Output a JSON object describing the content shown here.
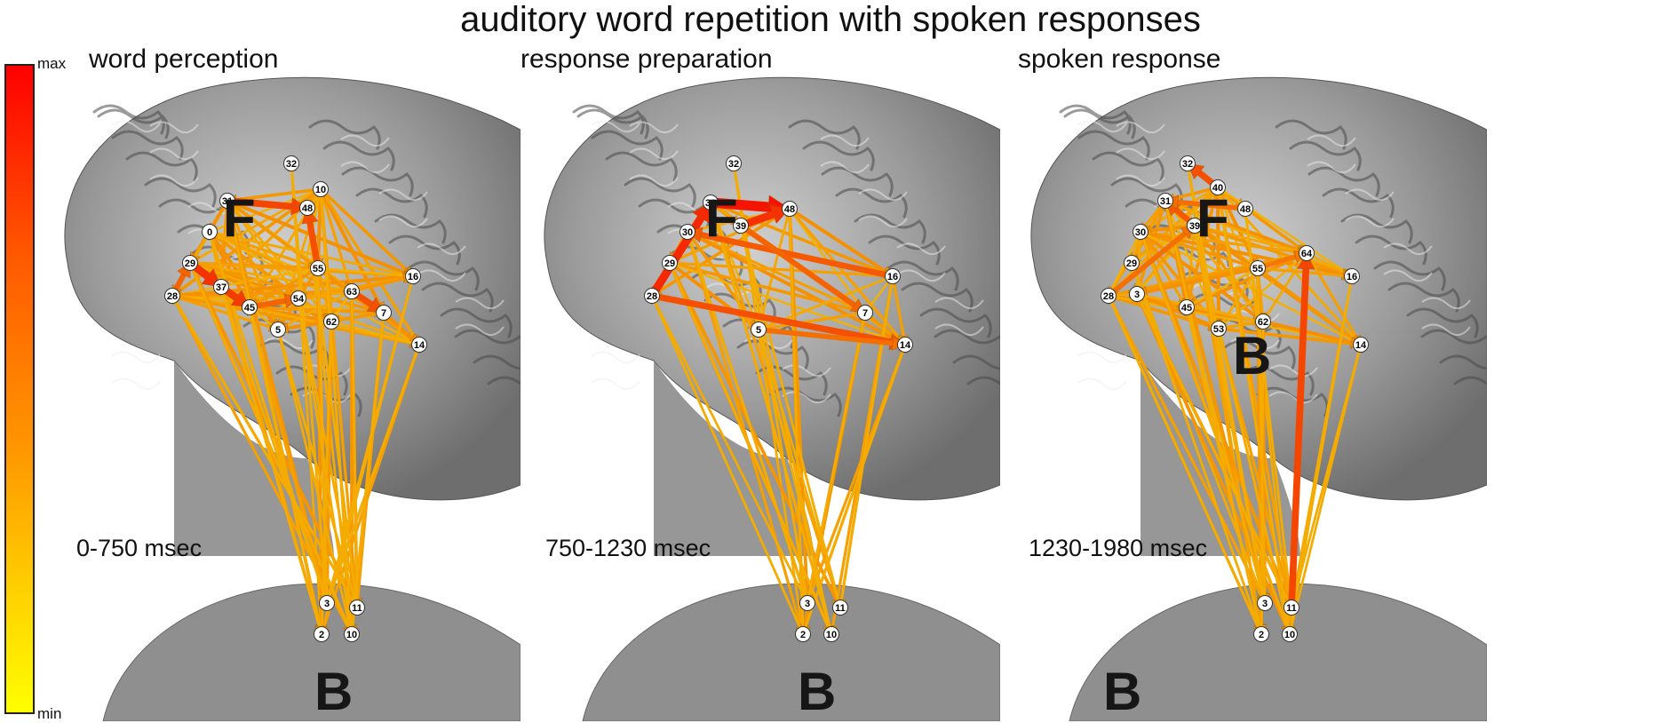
{
  "figure_title": "auditory word repetition with spoken responses",
  "colorbar": {
    "max_label": "max",
    "min_label": "min",
    "colors": [
      "#ff0000",
      "#ff6a00",
      "#ffa000",
      "#ffd200",
      "#ffff00"
    ]
  },
  "edge_color": "#f0a020",
  "panels": [
    {
      "title": "word perception",
      "time": "0-750 msec",
      "regions": [
        "F",
        "B"
      ],
      "nodes": [
        {
          "id": "n32",
          "label": "32"
        },
        {
          "id": "n10a",
          "label": "10"
        },
        {
          "id": "n31",
          "label": "31"
        },
        {
          "id": "n48",
          "label": "48"
        },
        {
          "id": "n0",
          "label": "0"
        },
        {
          "id": "n29",
          "label": "29"
        },
        {
          "id": "n37",
          "label": "37"
        },
        {
          "id": "n28",
          "label": "28"
        },
        {
          "id": "n55",
          "label": "55"
        },
        {
          "id": "n54",
          "label": "54"
        },
        {
          "id": "n45",
          "label": "45"
        },
        {
          "id": "n63",
          "label": "63"
        },
        {
          "id": "n16",
          "label": "16"
        },
        {
          "id": "n7",
          "label": "7"
        },
        {
          "id": "n62",
          "label": "62"
        },
        {
          "id": "n5",
          "label": "5"
        },
        {
          "id": "n14",
          "label": "14"
        },
        {
          "id": "n3",
          "label": "3"
        },
        {
          "id": "n11",
          "label": "11"
        },
        {
          "id": "n2",
          "label": "2"
        },
        {
          "id": "n10b",
          "label": "10"
        }
      ]
    },
    {
      "title": "response preparation",
      "time": "750-1230 msec",
      "regions": [
        "F",
        "B"
      ],
      "nodes": [
        {
          "id": "n32",
          "label": "32"
        },
        {
          "id": "n31",
          "label": "31"
        },
        {
          "id": "n48",
          "label": "48"
        },
        {
          "id": "n39",
          "label": "39"
        },
        {
          "id": "n30",
          "label": "30"
        },
        {
          "id": "n29",
          "label": "29"
        },
        {
          "id": "n28",
          "label": "28"
        },
        {
          "id": "n16",
          "label": "16"
        },
        {
          "id": "n7",
          "label": "7"
        },
        {
          "id": "n5",
          "label": "5"
        },
        {
          "id": "n14",
          "label": "14"
        },
        {
          "id": "n3",
          "label": "3"
        },
        {
          "id": "n11",
          "label": "11"
        },
        {
          "id": "n2",
          "label": "2"
        },
        {
          "id": "n10",
          "label": "10"
        }
      ]
    },
    {
      "title": "spoken response",
      "time": "1230-1980 msec",
      "regions": [
        "F",
        "B",
        "B"
      ],
      "nodes": [
        {
          "id": "n32",
          "label": "32"
        },
        {
          "id": "n40",
          "label": "40"
        },
        {
          "id": "n31",
          "label": "31"
        },
        {
          "id": "n48",
          "label": "48"
        },
        {
          "id": "n39",
          "label": "39"
        },
        {
          "id": "n30",
          "label": "30"
        },
        {
          "id": "n29",
          "label": "29"
        },
        {
          "id": "n64",
          "label": "64"
        },
        {
          "id": "n55",
          "label": "55"
        },
        {
          "id": "n16",
          "label": "16"
        },
        {
          "id": "n28",
          "label": "28"
        },
        {
          "id": "n3b",
          "label": "3"
        },
        {
          "id": "n45",
          "label": "45"
        },
        {
          "id": "n53",
          "label": "53"
        },
        {
          "id": "n62",
          "label": "62"
        },
        {
          "id": "n14",
          "label": "14"
        },
        {
          "id": "n3",
          "label": "3"
        },
        {
          "id": "n11",
          "label": "11"
        },
        {
          "id": "n2",
          "label": "2"
        },
        {
          "id": "n10",
          "label": "10"
        }
      ]
    }
  ]
}
